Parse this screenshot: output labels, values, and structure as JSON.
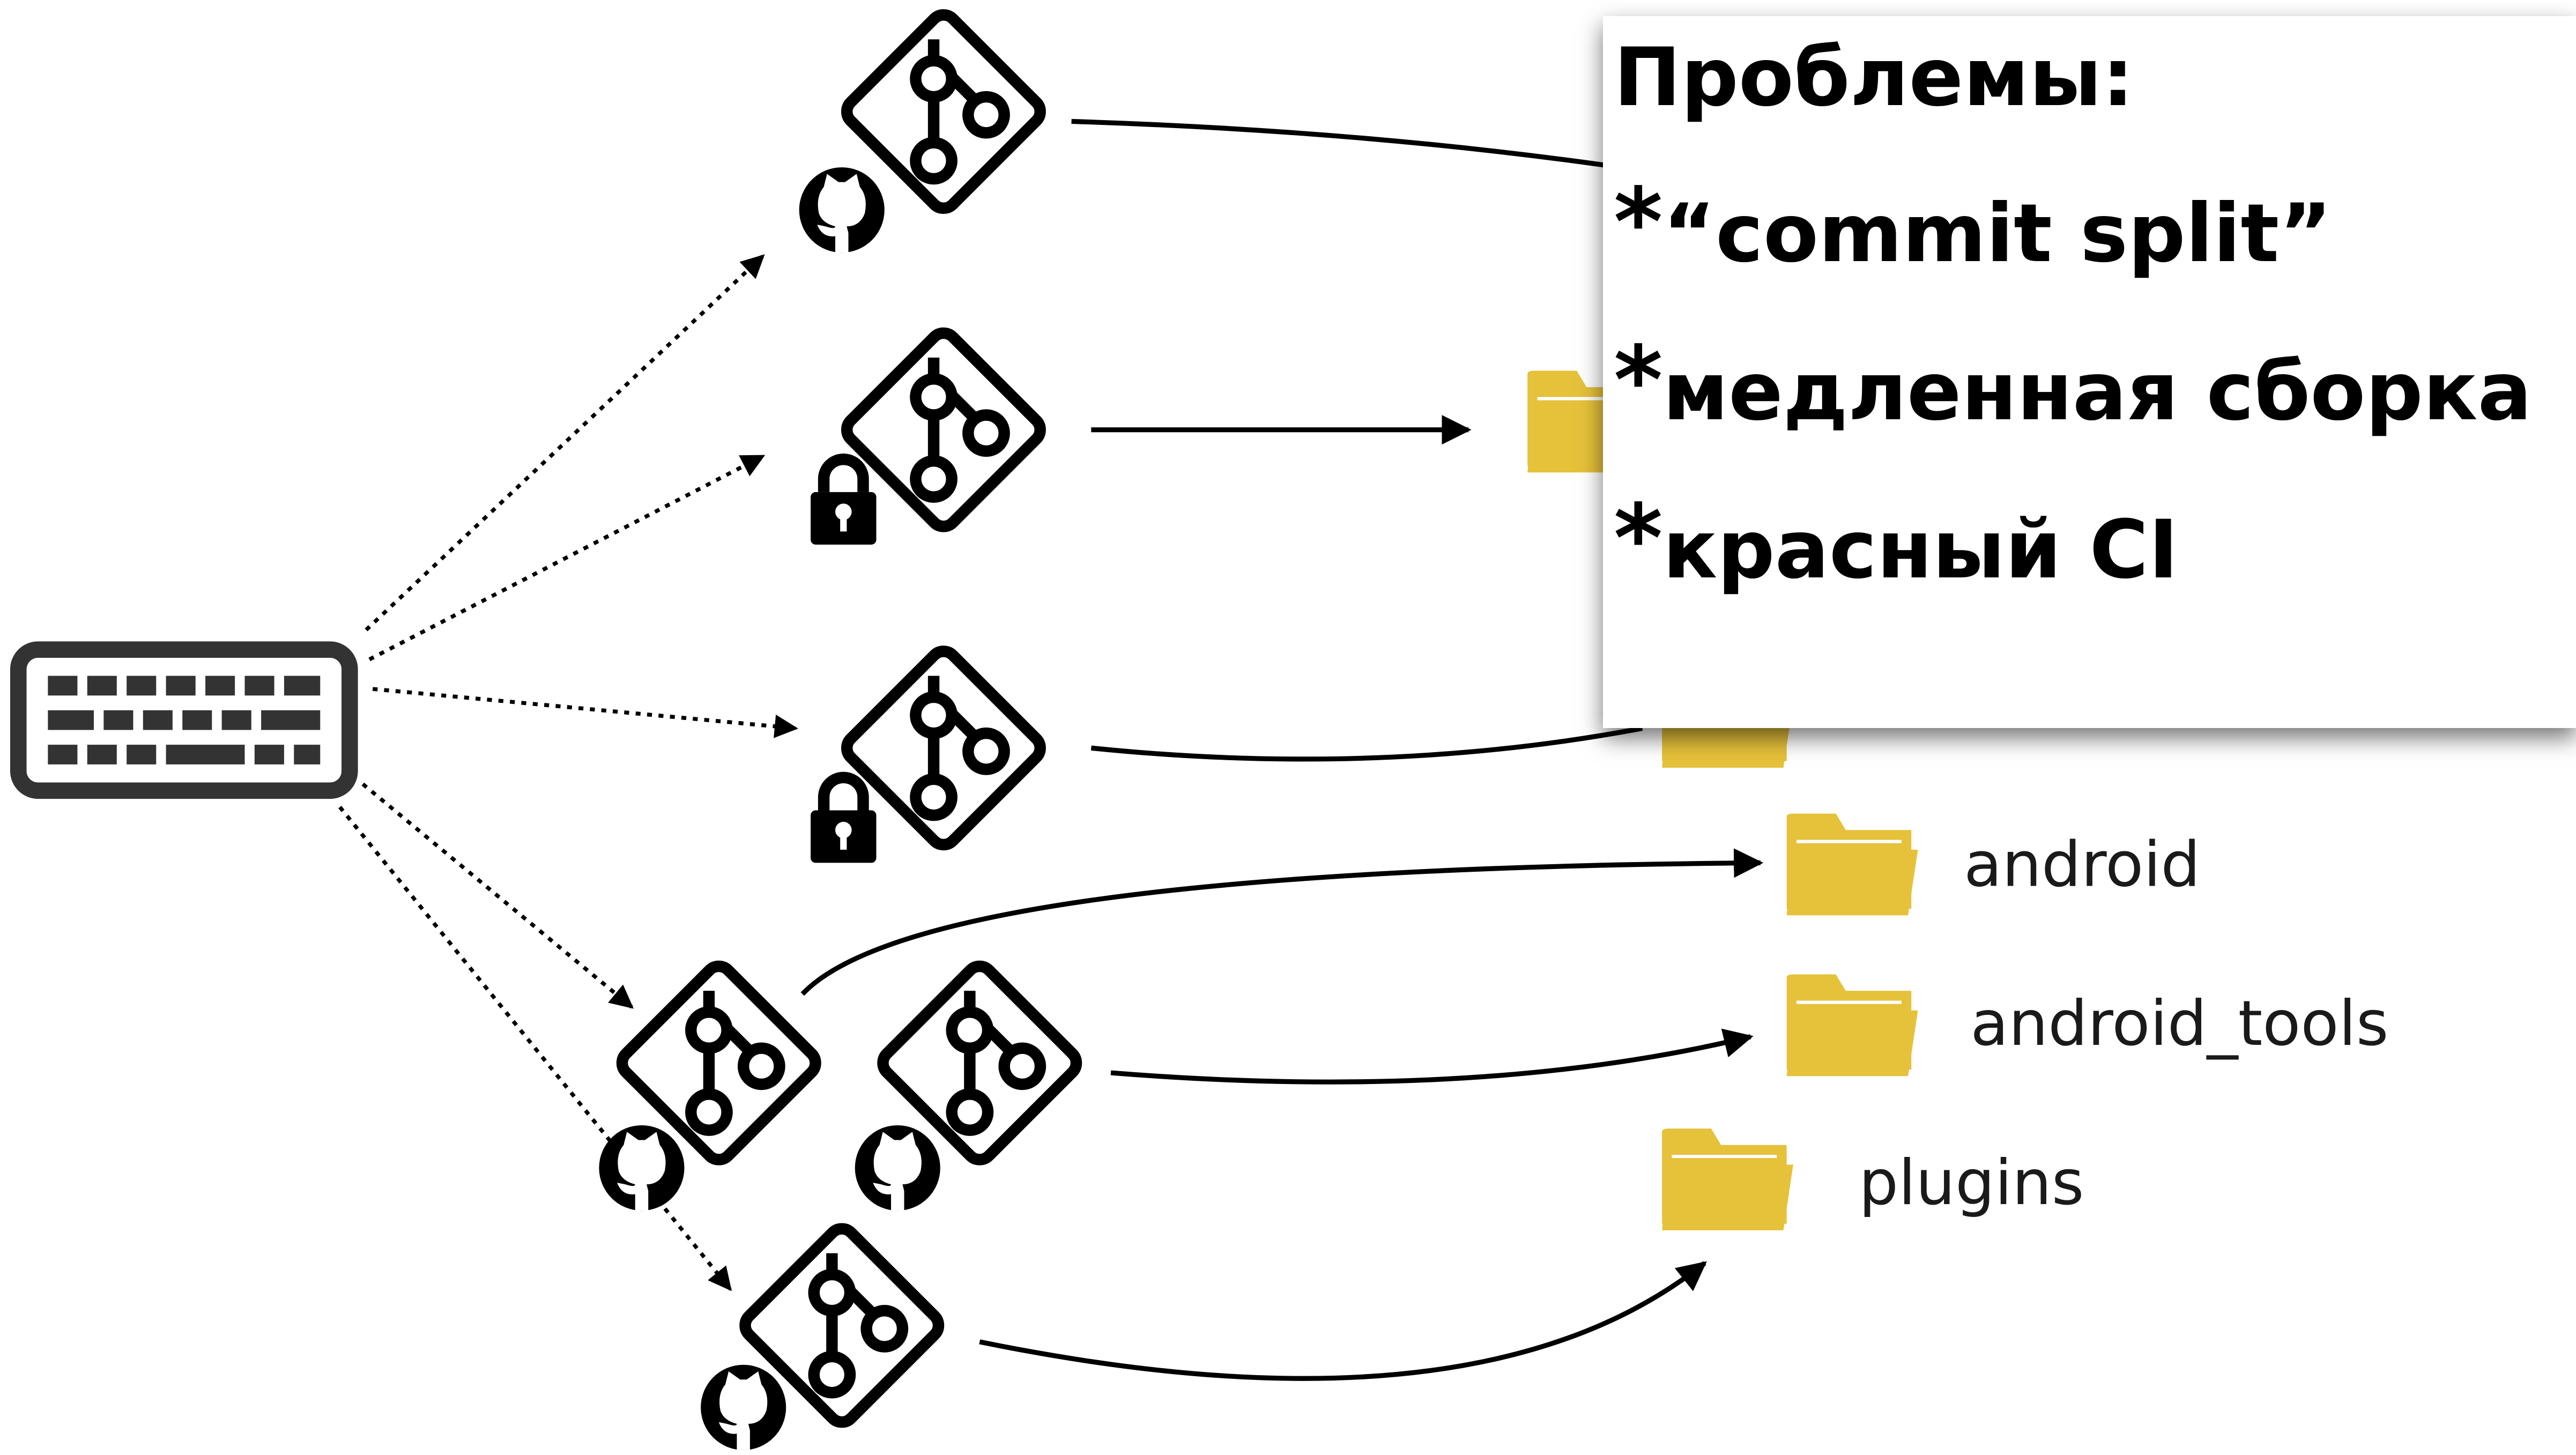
{
  "diagram": {
    "folders": [
      {
        "label": "android"
      },
      {
        "label": "android_tools"
      },
      {
        "label": "plugins"
      }
    ],
    "problems": {
      "title": "Проблемы:",
      "items": [
        {
          "marker": "*",
          "text": "“commit split”"
        },
        {
          "marker": "*",
          "text": "медленная сборка"
        },
        {
          "marker": "*",
          "text": "красный CI"
        }
      ]
    },
    "icons": {
      "keyboard": "keyboard-icon",
      "repo": "git-repository-icon",
      "github": "github-icon",
      "lock": "lock-icon",
      "folder": "folder-icon"
    },
    "colors": {
      "folder": "#e6c13a",
      "line": "#000000"
    }
  }
}
